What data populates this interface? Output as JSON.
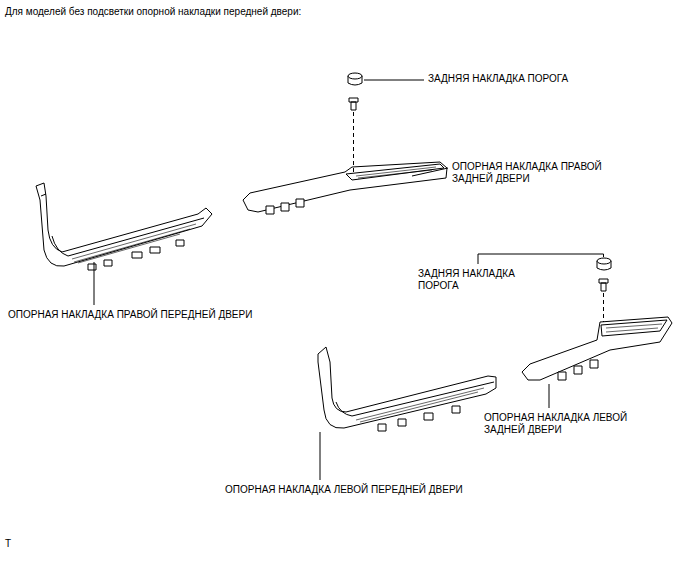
{
  "diagram": {
    "title": "Для моделей без подсветки опорной накладки передней двери:",
    "labels": [
      "ЗАДНЯЯ НАКЛАДКА ПОРОГА",
      "ОПОРНАЯ НАКЛАДКА ПРАВОЙ ЗАДНЕЙ ДВЕРИ",
      "ОПОРНАЯ НАКЛАДКА ПРАВОЙ ПЕРЕДНЕЙ ДВЕРИ",
      "ЗАДНЯЯ НАКЛАДКА ПОРОГА",
      "ОПОРНАЯ НАКЛАДКА ЛЕВОЙ ЗАДНЕЙ ДВЕРИ",
      "ОПОРНАЯ НАКЛАДКА ЛЕВОЙ ПЕРЕДНЕЙ ДВЕРИ",
      "T"
    ]
  }
}
